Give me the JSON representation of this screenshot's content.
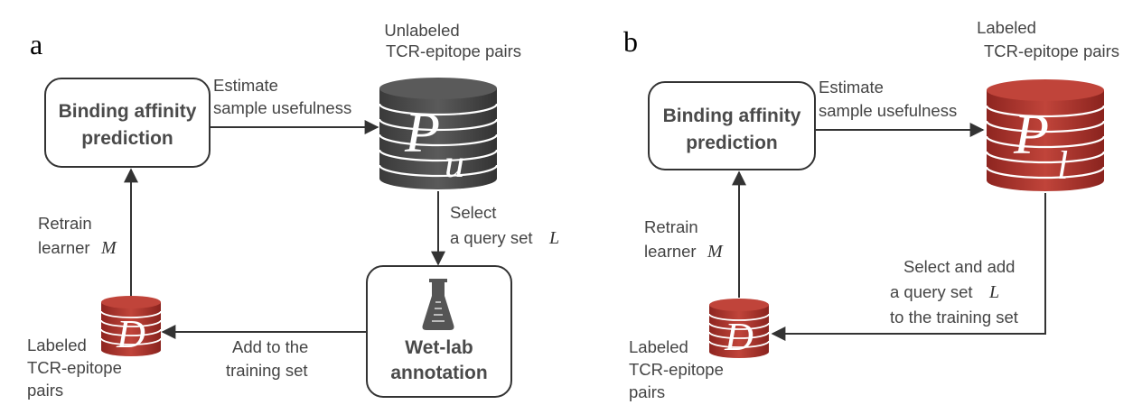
{
  "panel_a": {
    "letter": "a",
    "predictor_line1": "Binding affinity",
    "predictor_line2": "prediction",
    "estimate_line1": "Estimate",
    "estimate_line2": "sample usefulness",
    "pool_caption_line1": "Unlabeled",
    "pool_caption_line2": "TCR-epitope pairs",
    "pool_symbol": "P",
    "pool_subscript": "u",
    "select_line1": "Select",
    "select_line2": "a query set",
    "select_var": "L",
    "wetlab_line1": "Wet-lab",
    "wetlab_line2": "annotation",
    "add_line1": "Add to the",
    "add_line2": "training set",
    "train_symbol": "D",
    "train_caption_line1": "Labeled",
    "train_caption_line2": "TCR-epitope",
    "train_caption_line3": "pairs",
    "retrain_line1": "Retrain",
    "retrain_line2": "learner",
    "retrain_var": "M",
    "pool_color": "#4b4b4b",
    "train_color": "#a8322a"
  },
  "panel_b": {
    "letter": "b",
    "predictor_line1": "Binding affinity",
    "predictor_line2": "prediction",
    "estimate_line1": "Estimate",
    "estimate_line2": "sample usefulness",
    "pool_caption_line1": "Labeled",
    "pool_caption_line2": "TCR-epitope pairs",
    "pool_symbol": "P",
    "pool_subscript": "l",
    "select_line1": "Select and add",
    "select_line2": "a query set",
    "select_var": "L",
    "select_line3": "to the training set",
    "train_symbol": "D",
    "train_caption_line1": "Labeled",
    "train_caption_line2": "TCR-epitope",
    "train_caption_line3": "pairs",
    "retrain_line1": "Retrain",
    "retrain_line2": "learner",
    "retrain_var": "M",
    "pool_color": "#a8322a",
    "train_color": "#a8322a"
  }
}
